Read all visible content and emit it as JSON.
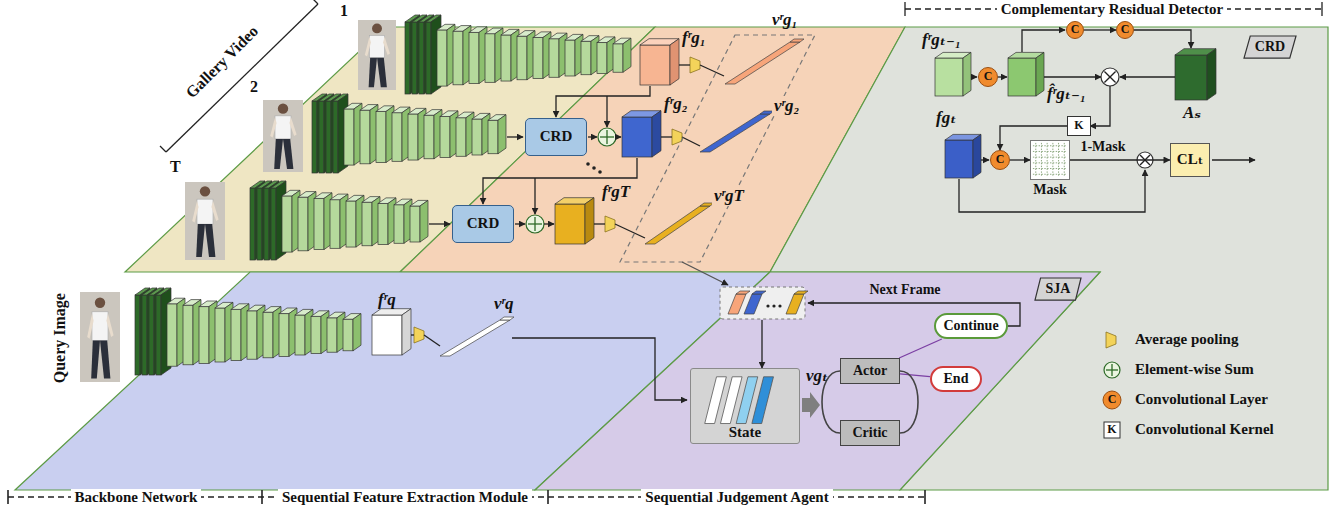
{
  "diagram": {
    "nodes": [
      {
        "text": [
          "CRD"
        ]
      },
      {
        "text": [
          "CRD"
        ]
      },
      {
        "text": [
          "CRD"
        ]
      },
      {
        "text": [
          "C"
        ]
      },
      {
        "text": [
          "C"
        ]
      },
      {
        "text": [
          "C"
        ]
      },
      {
        "text": [
          "K"
        ]
      },
      {
        "text": [
          "C"
        ]
      },
      {
        "text": [
          "Mask"
        ]
      },
      {
        "text": [
          "CLₜ"
        ]
      },
      {
        "text": [
          "SJA"
        ]
      },
      {
        "text": [
          "State"
        ]
      },
      {
        "text": [
          "Actor"
        ]
      },
      {
        "text": [
          "Critic"
        ]
      },
      {
        "text": [
          "Continue"
        ]
      },
      {
        "text": [
          "End"
        ]
      }
    ],
    "edges": [
      {
        "from": 4,
        "to": 5,
        "arrow": "to"
      },
      {
        "from": 6,
        "to": 7,
        "arrow": "to"
      },
      {
        "from": 7,
        "to": 8,
        "arrow": "to"
      },
      {
        "from": 8,
        "to": 9,
        "label": "1-Mask",
        "arrow": "to"
      },
      {
        "from": 12,
        "to": 14,
        "arrow": "none"
      },
      {
        "from": 12,
        "to": 15,
        "arrow": "none"
      },
      {
        "from": 12,
        "to": 13,
        "arrow": "none"
      },
      {
        "from": 13,
        "to": 12,
        "arrow": "none"
      }
    ],
    "labels": [
      "Gallery Video",
      "1",
      "2",
      "T",
      "Query Image",
      "fʳg₁",
      "vʳg₁",
      "fʳg₂",
      "vʳg₂",
      "fʳgT",
      "vʳgT",
      "fʳq",
      "vʳq",
      "Complementary Residual Detector",
      "fʳgₜ₋₁",
      "f̂ʳgₜ₋₁",
      "Aₛ",
      "fgₜ",
      "Next Frame",
      "vgₜ",
      "C",
      "K",
      "Backbone Network",
      "Sequential Feature Extraction Module",
      "Sequential Judgement Agent"
    ],
    "legend": [
      {
        "text": "Average pooling"
      },
      {
        "text": "Element-wise Sum"
      },
      {
        "text": "Convolutional Layer"
      },
      {
        "text": "Convolutional Kernel"
      }
    ]
  }
}
